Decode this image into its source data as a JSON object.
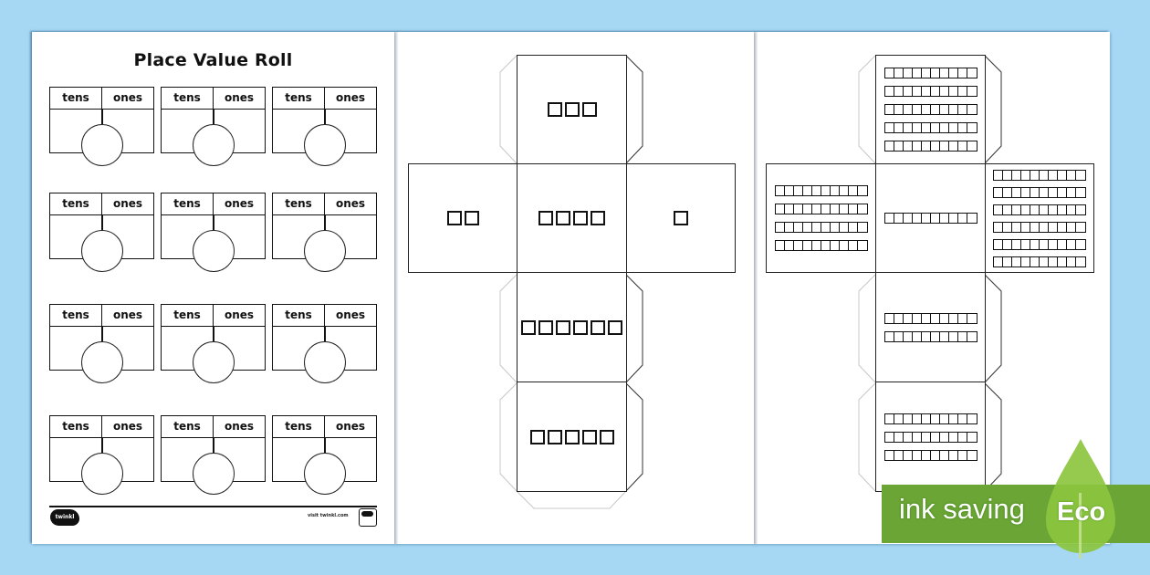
{
  "worksheet": {
    "title": "Place Value Roll",
    "column_labels": {
      "tens": "tens",
      "ones": "ones"
    },
    "grid": {
      "rows": 4,
      "cols": 3
    },
    "boxes": [
      {
        "tens": "tens",
        "ones": "ones"
      },
      {
        "tens": "tens",
        "ones": "ones"
      },
      {
        "tens": "tens",
        "ones": "ones"
      },
      {
        "tens": "tens",
        "ones": "ones"
      },
      {
        "tens": "tens",
        "ones": "ones"
      },
      {
        "tens": "tens",
        "ones": "ones"
      },
      {
        "tens": "tens",
        "ones": "ones"
      },
      {
        "tens": "tens",
        "ones": "ones"
      },
      {
        "tens": "tens",
        "ones": "ones"
      },
      {
        "tens": "tens",
        "ones": "ones"
      },
      {
        "tens": "tens",
        "ones": "ones"
      },
      {
        "tens": "tens",
        "ones": "ones"
      }
    ],
    "footer": {
      "logo_text": "twinkl",
      "website": "visit twinkl.com"
    }
  },
  "ones_die": {
    "faces": [
      {
        "position": "top",
        "value": 3
      },
      {
        "position": "left",
        "value": 2
      },
      {
        "position": "center",
        "value": 4
      },
      {
        "position": "right",
        "value": 1
      },
      {
        "position": "below-1",
        "value": 6
      },
      {
        "position": "below-2",
        "value": 5
      }
    ]
  },
  "tens_die": {
    "faces": [
      {
        "position": "top",
        "rods": 5
      },
      {
        "position": "left",
        "rods": 4
      },
      {
        "position": "center",
        "rods": 1
      },
      {
        "position": "right",
        "rods": 6
      },
      {
        "position": "below-1",
        "rods": 2
      },
      {
        "position": "below-2",
        "rods": 3
      }
    ],
    "units_per_rod": 10
  },
  "eco_badge": {
    "text": "ink saving",
    "label": "Eco",
    "color": "#6aa535",
    "leaf_color": "#8cc63f"
  },
  "colors": {
    "background": "#a6d8f4",
    "page": "#ffffff",
    "ink": "#111111"
  }
}
